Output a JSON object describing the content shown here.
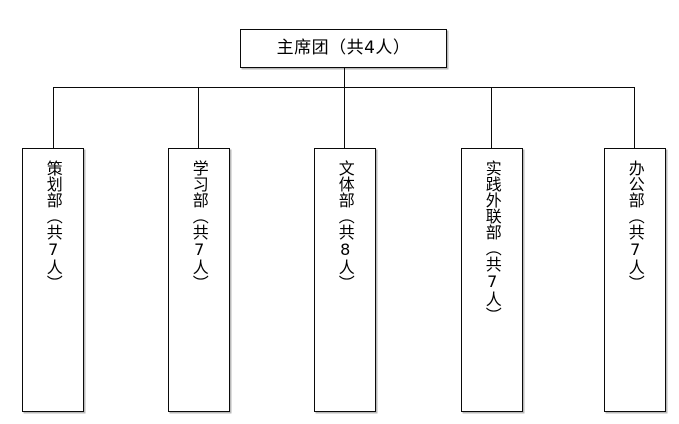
{
  "diagram": {
    "title_node": {
      "label": "主席团（共4人）",
      "name": "主席团",
      "count": 4
    },
    "departments": [
      {
        "label": "策划部（共7人）",
        "name": "策划部",
        "count": 7
      },
      {
        "label": "学习部（共7人）",
        "name": "学习部",
        "count": 7
      },
      {
        "label": "文体部（共8人）",
        "name": "文体部",
        "count": 8
      },
      {
        "label": "实践外联部（共7人）",
        "name": "实践外联部",
        "count": 7
      },
      {
        "label": "办公部（共7人）",
        "name": "办公部",
        "count": 7
      }
    ],
    "colors": {
      "background": "#ffffff",
      "border": "#0a0a0a",
      "text": "#000000",
      "shadow": "#b9b9b9"
    }
  }
}
